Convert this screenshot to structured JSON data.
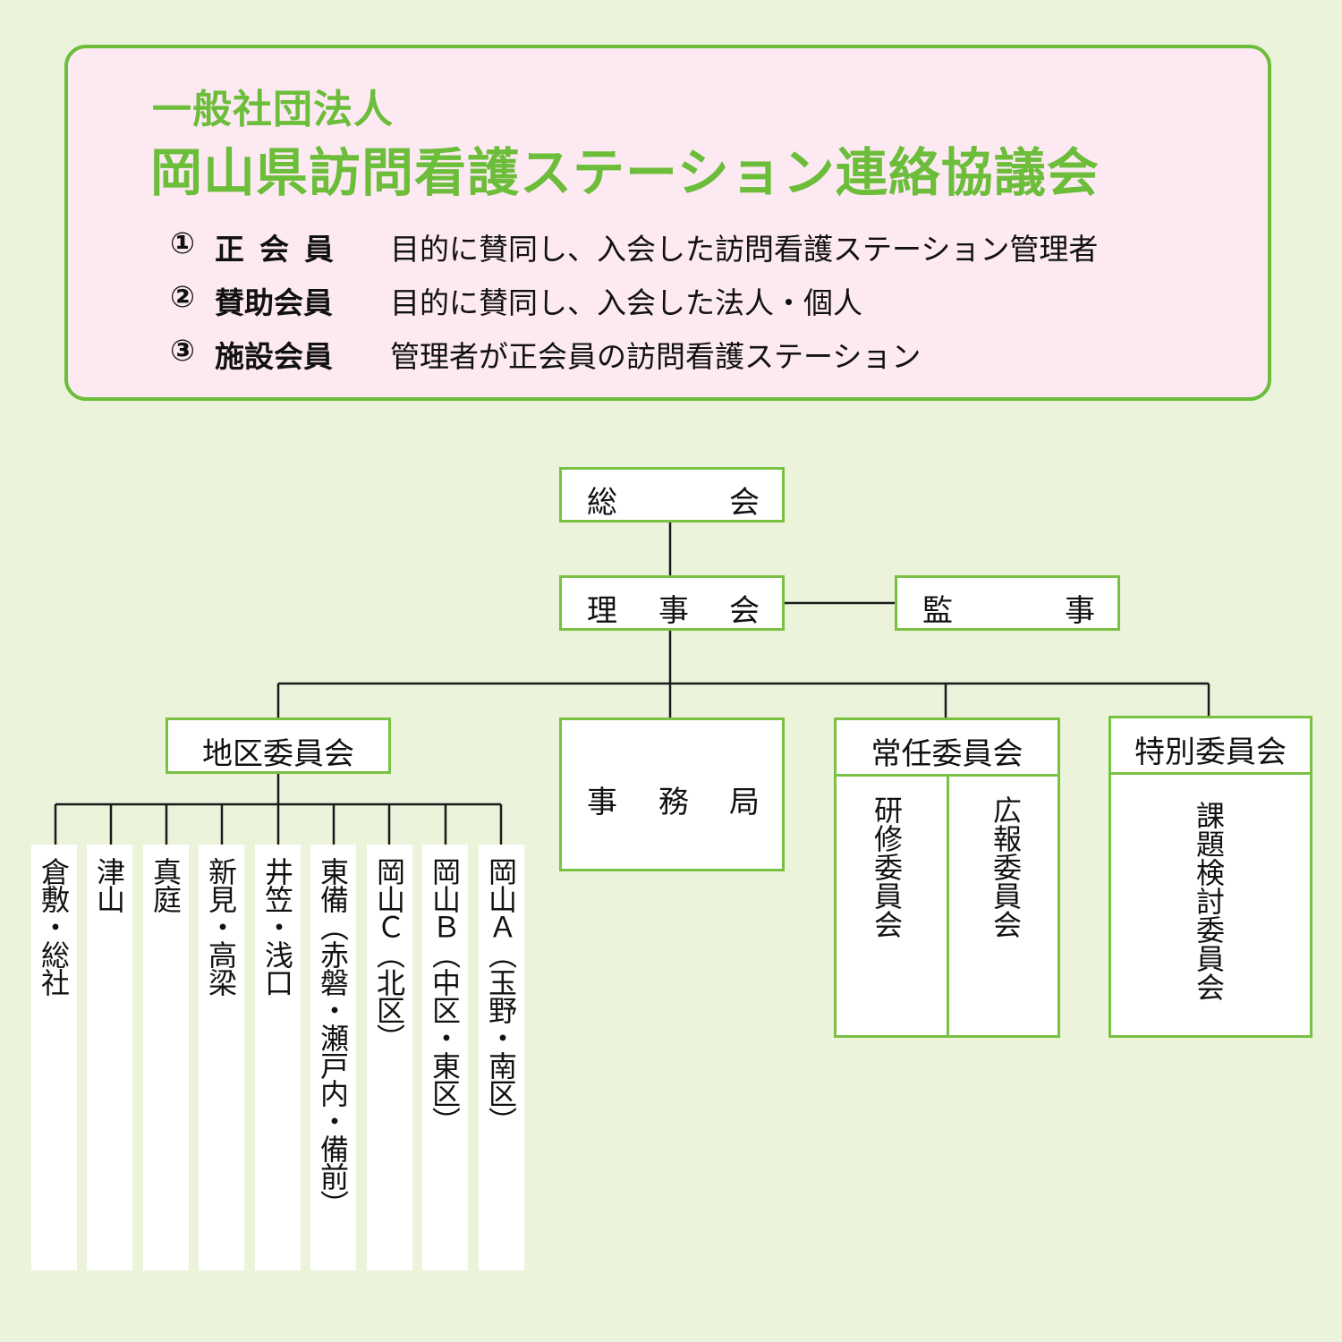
{
  "header": {
    "subtitle": "一般社団法人",
    "title": "岡山県訪問看護ステーション連絡協議会",
    "members": [
      {
        "num": "①",
        "label": "正会員",
        "desc": "目的に賛同し、入会した訪問看護ステーション管理者"
      },
      {
        "num": "②",
        "label": "賛助会員",
        "desc": "目的に賛同し、入会した法人・個人"
      },
      {
        "num": "③",
        "label": "施設会員",
        "desc": "管理者が正会員の訪問看護ステーション"
      }
    ]
  },
  "org": {
    "general_meeting": [
      "総",
      "会"
    ],
    "board": [
      "理",
      "事",
      "会"
    ],
    "auditor": [
      "監",
      "事"
    ],
    "district_committee": "地区委員会",
    "secretariat": [
      "事",
      "務",
      "局"
    ],
    "standing_committee": {
      "title": "常任委員会",
      "subs": [
        "研修委員会",
        "広報委員会"
      ]
    },
    "special_committee": {
      "title": "特別委員会",
      "subs": [
        "課題検討委員会"
      ]
    },
    "districts": [
      "倉敷・総社",
      "津山",
      "真庭",
      "新見・高梁",
      "井笠・浅口",
      "東備（赤磐・瀬戸内・備前）",
      "岡山Ｃ（北区）",
      "岡山Ｂ（中区・東区）",
      "岡山Ａ（玉野・南区）"
    ]
  },
  "colors": {
    "page_bg": "#ebf3da",
    "header_bg": "#fde9f2",
    "accent_green": "#6bbd3a"
  }
}
